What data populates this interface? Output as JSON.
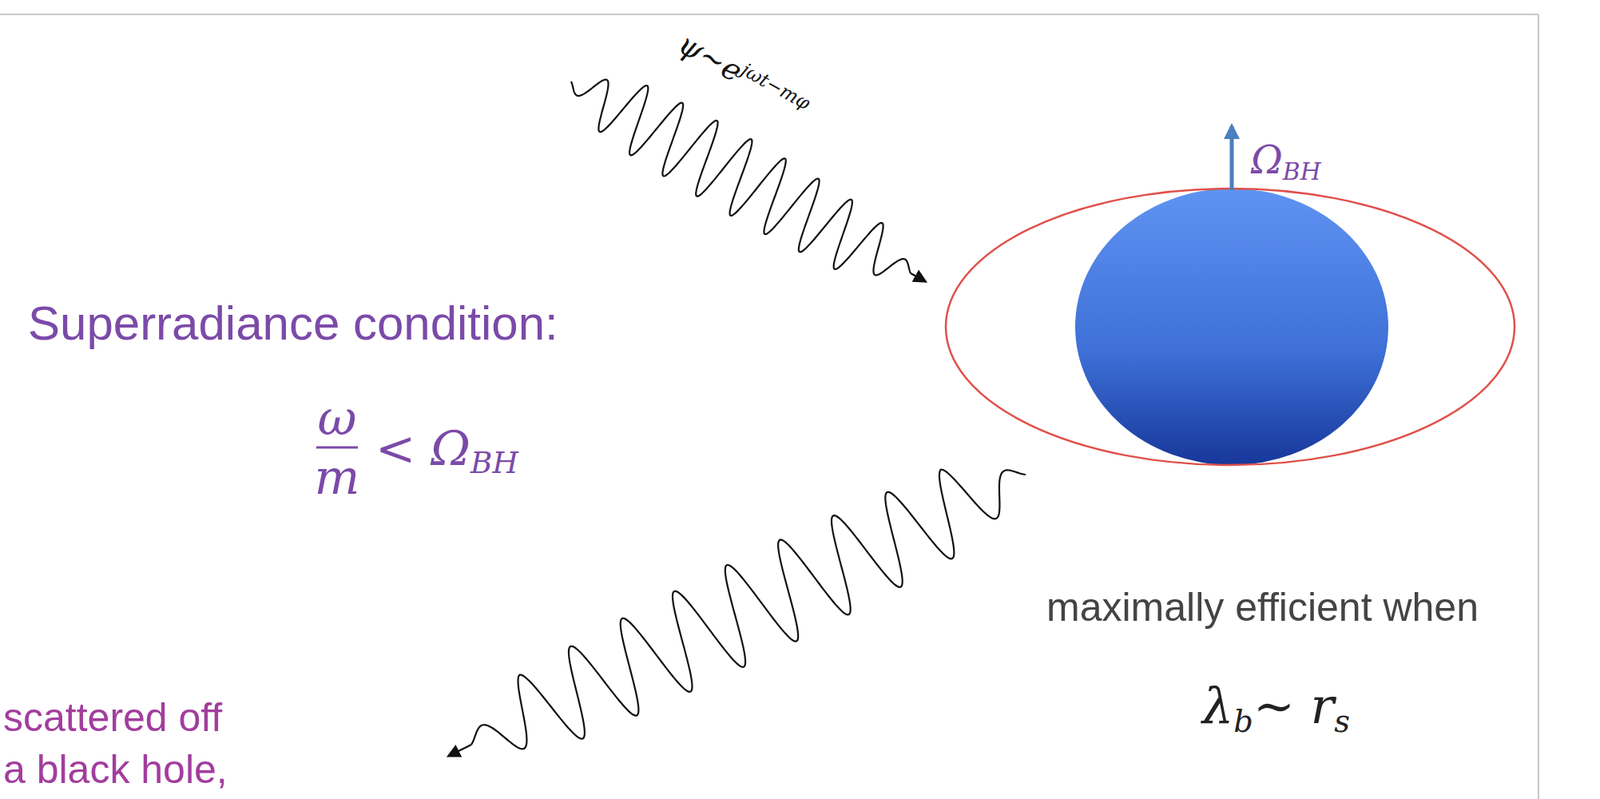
{
  "diagram": {
    "labels": [
      "ψ~e",
      "jωt−mφ",
      "Ω",
      "BH",
      "Superradiance condition:",
      "ω",
      "m",
      "< Ω",
      "BH",
      "maximally efficient when",
      "λ",
      "b",
      "∼ r",
      "s",
      "scattered off a black hole,"
    ]
  }
}
